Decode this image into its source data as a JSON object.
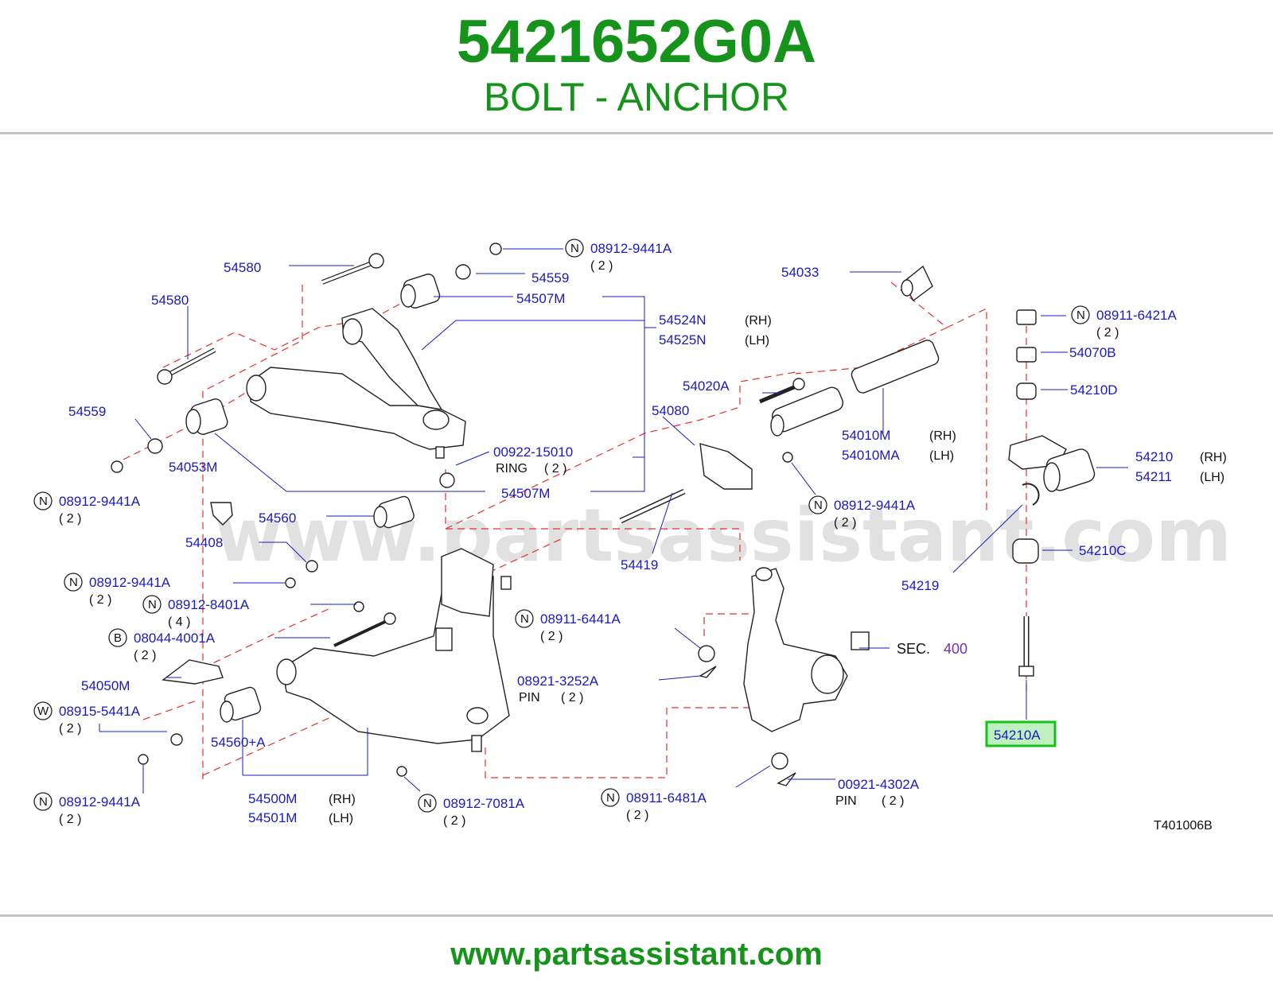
{
  "header": {
    "part_number": "5421652G0A",
    "part_name": "BOLT - ANCHOR"
  },
  "footer": {
    "site": "www.partsassistant.com"
  },
  "watermark": "www.partsassistant.com",
  "diagram_code": "T401006B",
  "colors": {
    "brand_green": "#16931a",
    "label_blue": "#1a1ac0",
    "dash_red": "#e63030",
    "highlight": "#16c21a"
  },
  "labels": {
    "l54580a": "54580",
    "l54580b": "54580",
    "l54559a": "54559",
    "l54559b": "54559",
    "l54507Ma": "54507M",
    "l54507Mb": "54507M",
    "l54524N": "54524N",
    "l54525N": "54525N",
    "l54053M": "54053M",
    "l54560": "54560",
    "l54408": "54408",
    "l54050M": "54050M",
    "l54560A": "54560+A",
    "l54500M": "54500M",
    "l54501M": "54501M",
    "l00922": "00922-15010",
    "ring": "RING",
    "l54033": "54033",
    "l54020A": "54020A",
    "l54080": "54080",
    "l54010M": "54010M",
    "l54010MA": "54010MA",
    "l54419": "54419",
    "l08921": "08921-3252A",
    "pin1": "PIN",
    "pin2": "PIN",
    "sec": "SEC.",
    "sec_num": "400",
    "l00921": "00921-4302A",
    "l54070B": "54070B",
    "l54210D": "54210D",
    "l54210": "54210",
    "l54211": "54211",
    "l54210C": "54210C",
    "l54219": "54219",
    "l54210A": "54210A",
    "rh1": "(RH)",
    "lh1": "(LH)",
    "rh2": "(RH)",
    "lh2": "(LH)",
    "rh3": "(RH)",
    "lh3": "(LH)",
    "rh4": "(RH)",
    "lh4": "(LH)"
  },
  "callouts": [
    {
      "prefix": "N",
      "code": "08912-9441A",
      "qty": "( 2 )"
    },
    {
      "prefix": "N",
      "code": "08912-9441A",
      "qty": "( 2 )"
    },
    {
      "prefix": "N",
      "code": "08912-9441A",
      "qty": "( 2 )"
    },
    {
      "prefix": "N",
      "code": "08912-8401A",
      "qty": "( 4 )"
    },
    {
      "prefix": "B",
      "code": "08044-4001A",
      "qty": "( 2 )"
    },
    {
      "prefix": "W",
      "code": "08915-5441A",
      "qty": "( 2 )"
    },
    {
      "prefix": "N",
      "code": "08912-9441A",
      "qty": "( 2 )"
    },
    {
      "prefix": "N",
      "code": "08912-7081A",
      "qty": "( 2 )"
    },
    {
      "prefix": "N",
      "code": "08911-6441A",
      "qty": "( 2 )"
    },
    {
      "prefix": "N",
      "code": "08911-6481A",
      "qty": "( 2 )"
    },
    {
      "prefix": "N",
      "code": "08912-9441A",
      "qty": "( 2 )"
    },
    {
      "prefix": "N",
      "code": "08911-6421A",
      "qty": "( 2 )"
    }
  ],
  "quantities": {
    "ring_qty": "( 2 )",
    "pin1_qty": "( 2 )",
    "pin2_qty": "( 2 )"
  }
}
